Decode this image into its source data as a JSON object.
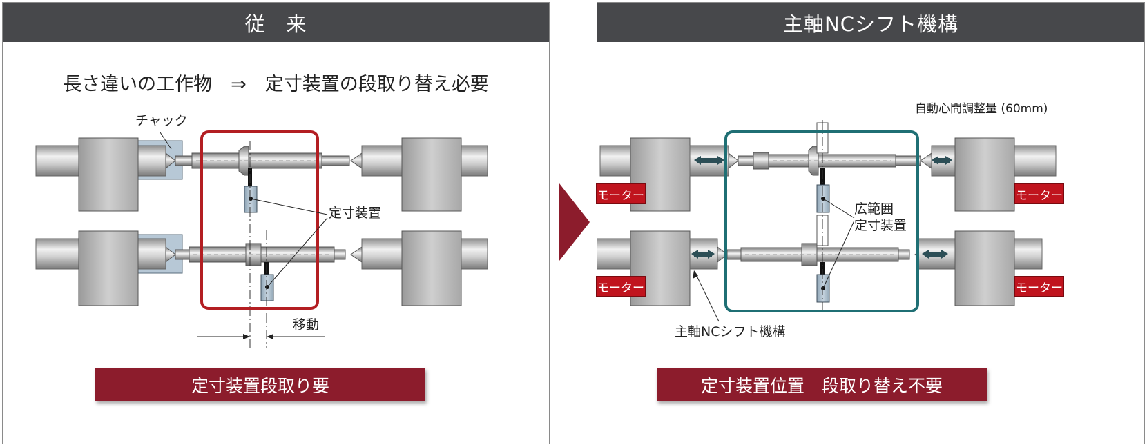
{
  "left_panel": {
    "header": "従　来",
    "headline": "長さ違いの工作物　⇒　定寸装置の段取り替え必要",
    "label_chuck": "チャック",
    "label_gauge": "定寸装置",
    "label_move": "移動",
    "banner": "定寸装置段取り要",
    "frame_color": "#b31e22"
  },
  "right_panel": {
    "header": "主軸NCシフト機構",
    "label_adjust": "自動心間調整量 (60mm)",
    "label_wide_gauge_line1": "広範囲",
    "label_wide_gauge_line2": "定寸装置",
    "label_shift": "主軸NCシフト機構",
    "motor_label": "モーター",
    "banner": "定寸装置位置　段取り替え不要",
    "frame_color": "#1f6f74"
  },
  "colors": {
    "header_bg": "#47484b",
    "banner_bg": "#8c1c2c",
    "motor_bg": "#c0141e",
    "arrow_between": "#8c1c2c"
  }
}
